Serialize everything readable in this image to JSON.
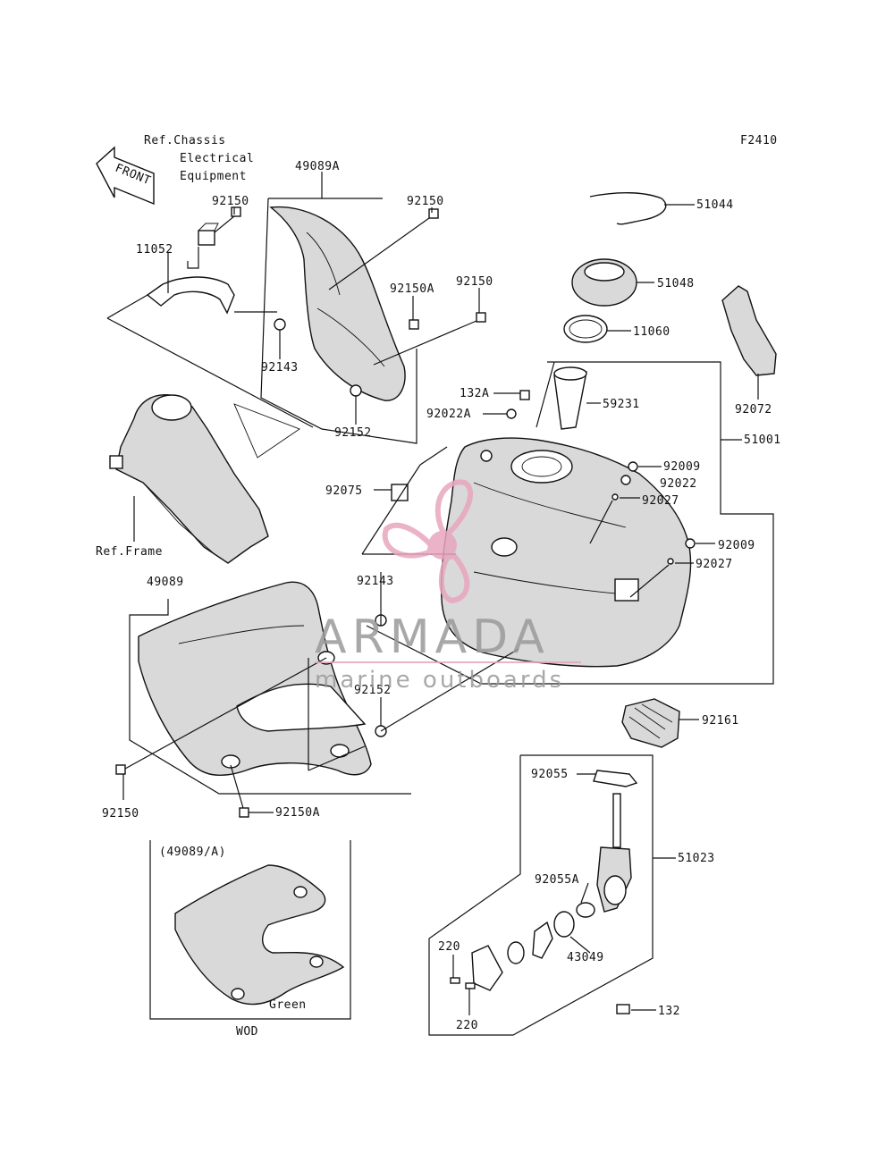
{
  "figure_code": "F2410",
  "front_arrow": "FRONT",
  "refs": {
    "chassis": [
      "Ref.Chassis",
      "Electrical",
      "Equipment"
    ],
    "frame": "Ref.Frame"
  },
  "variant_box": {
    "title": "(49089/A)",
    "color_note": "Green",
    "caption": "WOD"
  },
  "parts": {
    "p49089A": "49089A",
    "p92150_a": "92150",
    "p92150_b": "92150",
    "p92150_c": "92150",
    "p92150_d": "92150",
    "p11052": "11052",
    "p92150A_a": "92150A",
    "p92150A_b": "92150A",
    "p92143_a": "92143",
    "p92143_b": "92143",
    "p92152_a": "92152",
    "p92152_b": "92152",
    "p51044": "51044",
    "p51048": "51048",
    "p11060": "11060",
    "p92072": "92072",
    "p132A": "132A",
    "p92022A": "92022A",
    "p59231": "59231",
    "p51001": "51001",
    "p92009_a": "92009",
    "p92022": "92022",
    "p92027_a": "92027",
    "p92009_b": "92009",
    "p92027_b": "92027",
    "p92075": "92075",
    "p49089": "49089",
    "p92161": "92161",
    "p92055": "92055",
    "p51023": "51023",
    "p92055A": "92055A",
    "p43049": "43049",
    "p220_a": "220",
    "p220_b": "220",
    "p132": "132"
  },
  "watermark": {
    "brand": "ARMADA",
    "tagline": "marine outboards",
    "color": "#e8a6bf"
  }
}
